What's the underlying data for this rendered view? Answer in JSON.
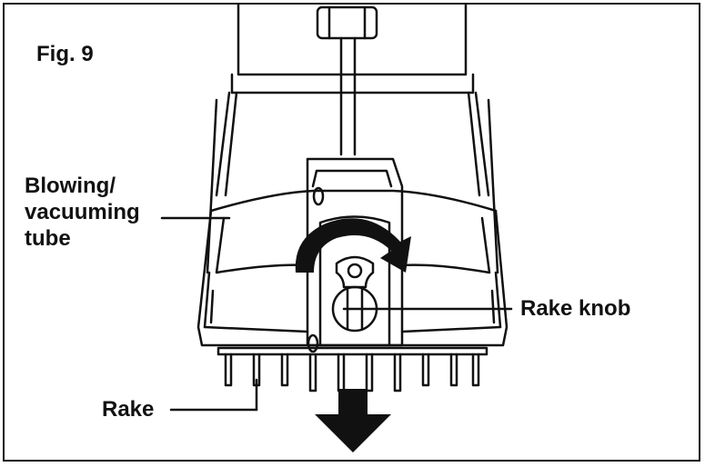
{
  "figure": {
    "title": "Fig. 9"
  },
  "callouts": {
    "tube": [
      "Blowing/",
      "vacuuming",
      "tube"
    ],
    "knob": "Rake knob",
    "rake": "Rake"
  }
}
